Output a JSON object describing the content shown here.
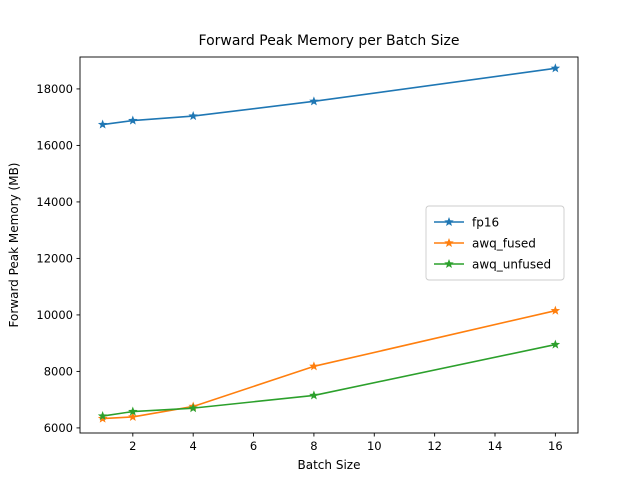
{
  "chart_data": {
    "type": "line",
    "title": "Forward Peak Memory per Batch Size",
    "xlabel": "Batch Size",
    "ylabel": "Forward Peak Memory (MB)",
    "x": [
      1,
      2,
      4,
      8,
      16
    ],
    "xlim": [
      0.25,
      16.75
    ],
    "ylim": [
      5820,
      19130
    ],
    "xticks": [
      2,
      4,
      6,
      8,
      10,
      12,
      14,
      16
    ],
    "xtick_labels": [
      "2",
      "4",
      "6",
      "8",
      "10",
      "12",
      "14",
      "16"
    ],
    "yticks": [
      6000,
      8000,
      10000,
      12000,
      14000,
      16000,
      18000
    ],
    "ytick_labels": [
      "6000",
      "8000",
      "10000",
      "12000",
      "14000",
      "16000",
      "18000"
    ],
    "grid": false,
    "marker": "star",
    "legend_position": "center-right",
    "series": [
      {
        "name": "fp16",
        "color": "#1f77b4",
        "values": [
          16740,
          16880,
          17040,
          17560,
          18730
        ]
      },
      {
        "name": "awq_fused",
        "color": "#ff7f0e",
        "values": [
          6330,
          6390,
          6760,
          8180,
          10150
        ]
      },
      {
        "name": "awq_unfused",
        "color": "#2ca02c",
        "values": [
          6420,
          6580,
          6700,
          7150,
          8950
        ]
      }
    ]
  },
  "figure": {
    "background_color": "#ffffff",
    "axes_color": "#000000"
  }
}
